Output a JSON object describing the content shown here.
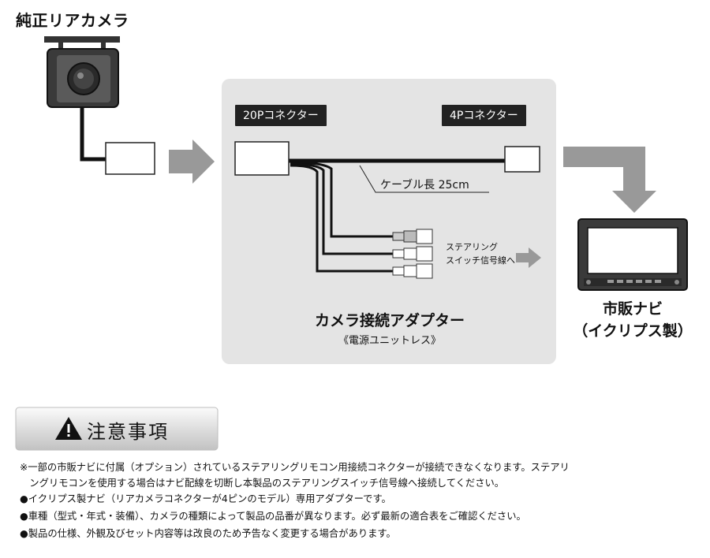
{
  "title": "純正リアカメラ",
  "connectors": {
    "left": "20Pコネクター",
    "right": "4Pコネクター"
  },
  "cable_length": "ケーブル長 25cm",
  "steering_switch_label": [
    "ステアリング",
    "スイッチ信号線へ"
  ],
  "adapter": {
    "name": "カメラ接続アダプター",
    "sub": "《電源ユニットレス》"
  },
  "navi": {
    "line1": "市販ナビ",
    "line2": "（イクリプス製）"
  },
  "caution_title": "注意事項",
  "notes": [
    "※一部の市販ナビに付属（オプション）されているステアリングリモコン用接続コネクターが接続できなくなります。ステアリ",
    "　ングリモコンを使用する場合はナビ配線を切断し本製品のステアリングスイッチ信号線へ接続してください。",
    "●イクリプス製ナビ（リアカメラコネクターが4ピンのモデル）専用アダプターです。",
    "●車種（型式・年式・装備）、カメラの種類によって製品の品番が異なります。必ず最新の適合表をご確認ください。",
    "●製品の仕様、外観及びセット内容等は改良のため予告なく変更する場合があります。"
  ],
  "colors": {
    "panel": "#e4e4e4",
    "arrow": "#999999",
    "tag_bg": "#222222"
  }
}
